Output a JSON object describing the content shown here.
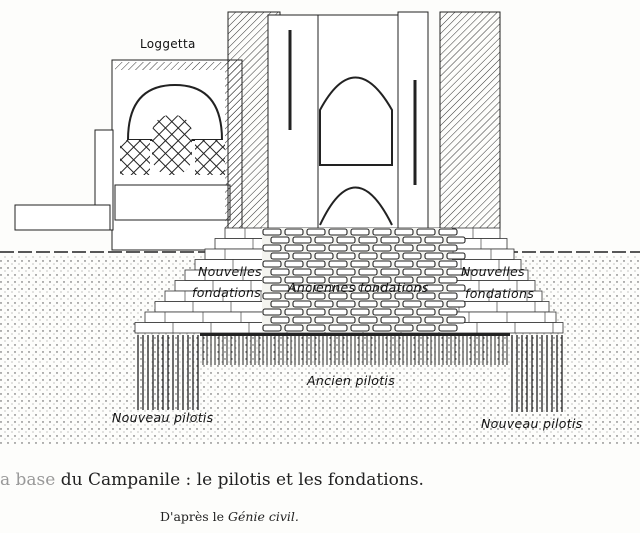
{
  "figure": {
    "labels": {
      "loggetta": "Loggetta",
      "new_foundations_left_1": "Nouvelles",
      "new_foundations_left_2": "fondations",
      "old_foundations": "Anciennes fondations",
      "new_foundations_right_1": "Nouvelles",
      "new_foundations_right_2": "fondations",
      "old_piles": "Ancien pilotis",
      "new_piles_left": "Nouveau pilotis",
      "new_piles_right": "Nouveau pilotis"
    },
    "caption": {
      "faded_prefix": "a base",
      "text": " du Campanile : le pilotis et les fondations."
    },
    "credit": {
      "prefix": "D'après le ",
      "source": "Génie civil."
    }
  }
}
